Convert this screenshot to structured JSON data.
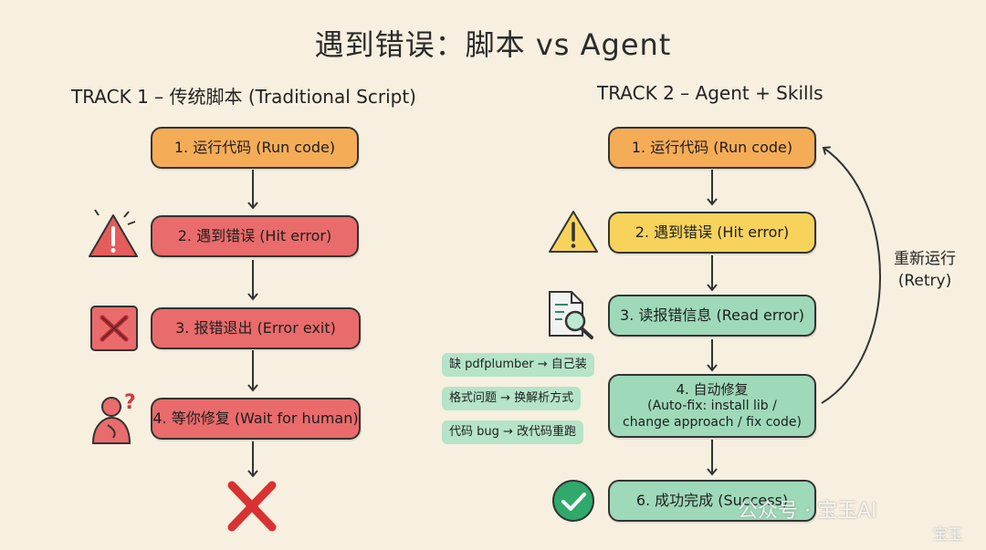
{
  "title": "遇到错误：脚本 vs Agent",
  "track1": {
    "title": "TRACK 1 – 传统脚本 (Traditional Script)",
    "steps": [
      "1. 运行代码 (Run code)",
      "2. 遇到错误 (Hit error)",
      "3. 报错退出 (Error exit)",
      "4. 等你修复 (Wait for human)"
    ],
    "icons": [
      "warning-icon",
      "error-x-icon",
      "confused-person-icon",
      "fail-x-icon"
    ]
  },
  "track2": {
    "title": "TRACK 2 – Agent + Skills",
    "steps": [
      "1. 运行代码 (Run code)",
      "2. 遇到错误 (Hit error)",
      "3. 读报错信息 (Read error)",
      "4. 自动修复",
      "(Auto-fix: install lib /",
      "change approach / fix code)",
      "6. 成功完成 (Success)"
    ],
    "notes": [
      "缺 pdfplumber → 自己装",
      "格式问题 → 换解析方式",
      "代码 bug → 改代码重跑"
    ],
    "retry_line1": "重新运行",
    "retry_line2": "(Retry)",
    "icons": [
      "warning-icon",
      "document-search-icon",
      "success-check-icon"
    ]
  },
  "watermark": "公众号 · 宝玉AI",
  "watermark2": "宝玉",
  "colors": {
    "background": "#f7efdf",
    "orange": "#f5ac57",
    "red": "#e96b6b",
    "yellow": "#f7d35c",
    "green": "#9ed9b9"
  }
}
